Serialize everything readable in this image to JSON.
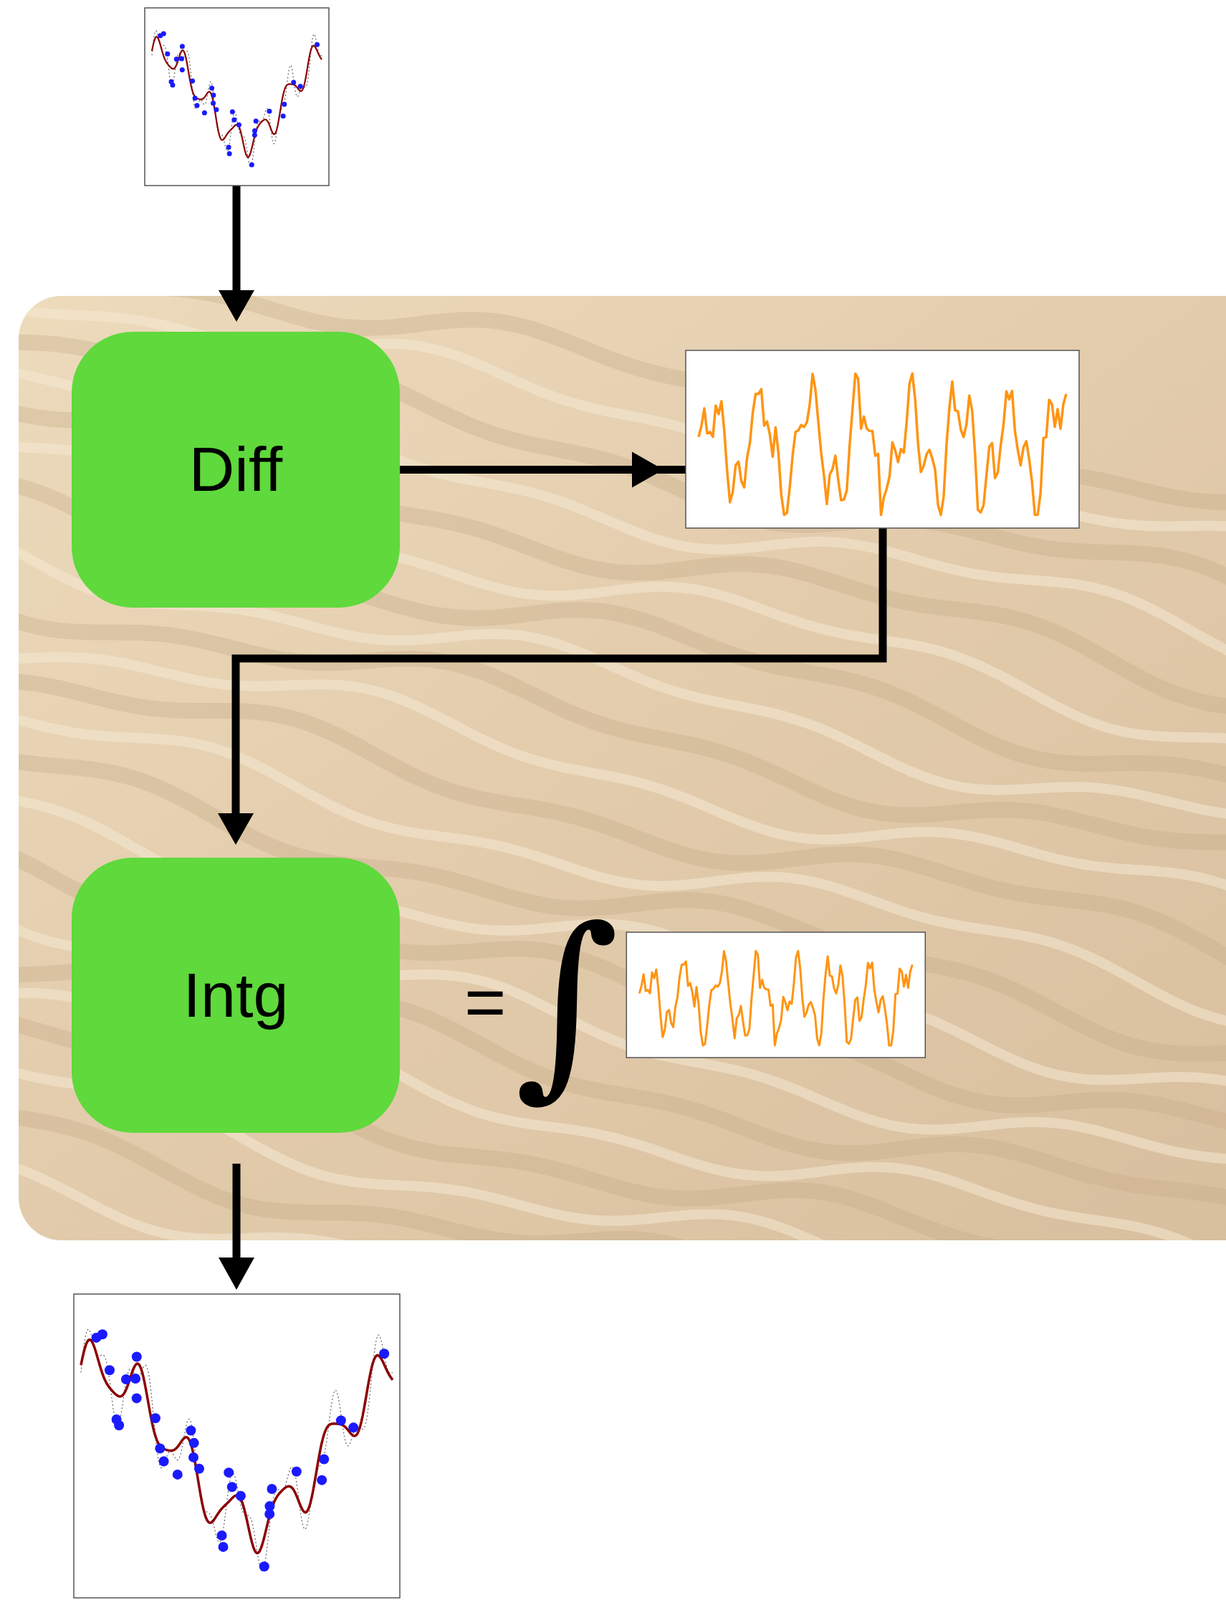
{
  "diagram": {
    "nodes": [
      {
        "text": [
          "Diff"
        ]
      },
      {
        "text": [
          "Intg"
        ]
      }
    ],
    "edges": [
      {
        "from": 0,
        "to": 1,
        "arrow": "to"
      }
    ],
    "labels": [
      "=",
      "∫"
    ]
  }
}
